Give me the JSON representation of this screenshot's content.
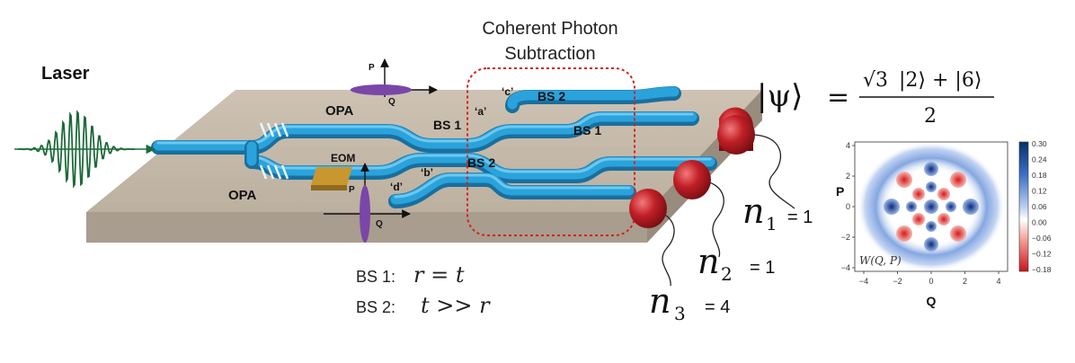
{
  "title": {
    "line1": "Coherent Photon",
    "line2": "Subtraction"
  },
  "laser_label": "Laser",
  "components": {
    "opa_top": "OPA",
    "opa_bottom": "OPA",
    "eom": "EOM",
    "bs1_left": "BS 1",
    "bs2_left": "BS 2",
    "bs1_right": "BS 1",
    "bs2_right": "BS 2"
  },
  "ports": {
    "a": "‘a’",
    "b": "‘b’",
    "c": "‘c’",
    "d": "‘d’"
  },
  "phase_space": {
    "p_top": "P",
    "q_top": "Q",
    "p_bottom": "P",
    "q_bottom": "Q"
  },
  "state": {
    "lhs": "|ψ⟩",
    "eq": "=",
    "sqrt": "√3",
    "num_rest": "|2⟩ + |6⟩",
    "den": "2"
  },
  "detectors": [
    {
      "sym": "n",
      "sub": "1",
      "val": "= 1"
    },
    {
      "sym": "n",
      "sub": "2",
      "val": "= 1"
    },
    {
      "sym": "n",
      "sub": "3",
      "val": "= 4"
    }
  ],
  "conditions": [
    {
      "label": "BS 1:",
      "expr": "r = t"
    },
    {
      "label": "BS 2:",
      "expr": "t >> r"
    }
  ],
  "wigner": {
    "xlabel": "Q",
    "ylabel": "P",
    "annotation": "W(Q, P)",
    "xticks": [
      "−4",
      "−2",
      "0",
      "2",
      "4"
    ],
    "yticks": [
      "4",
      "2",
      "0",
      "−2",
      "−4"
    ],
    "colorbar_ticks": [
      "0.30",
      "0.24",
      "0.18",
      "0.12",
      "0.06",
      "0.00",
      "−0.06",
      "−0.12",
      "−0.18"
    ],
    "colors": {
      "positive": "#08306b",
      "negative": "#d7191c",
      "zero": "#ffffff"
    }
  },
  "colors": {
    "chip": "#c4b8a8",
    "waveguide": "#2a9fd6",
    "waveguide_dark": "#1a6f9e",
    "detector": "#b01c22",
    "ellipse": "#7a46a8",
    "subtraction_box": "#d42020",
    "laser": "#1d6b3a",
    "eom": "#b8862a"
  }
}
